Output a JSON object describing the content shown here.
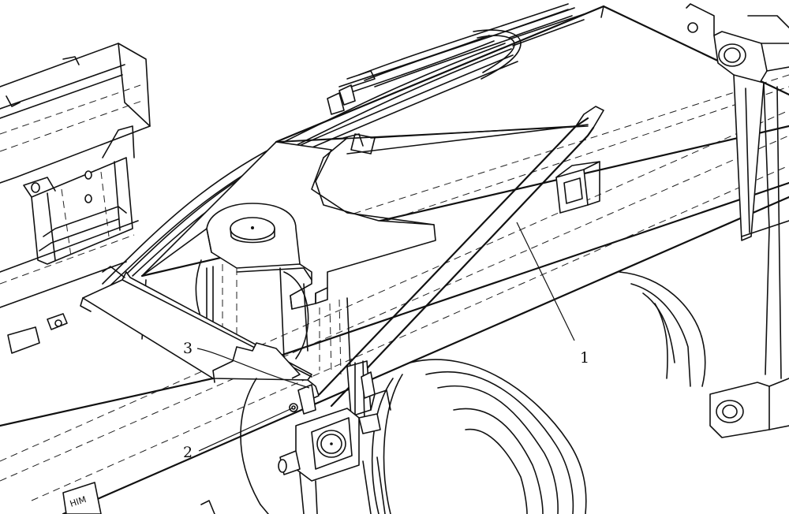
{
  "callouts": [
    {
      "id": "1",
      "label": "1"
    },
    {
      "id": "2",
      "label": "2"
    },
    {
      "id": "3",
      "label": "3"
    }
  ],
  "plate_text": "HIM"
}
